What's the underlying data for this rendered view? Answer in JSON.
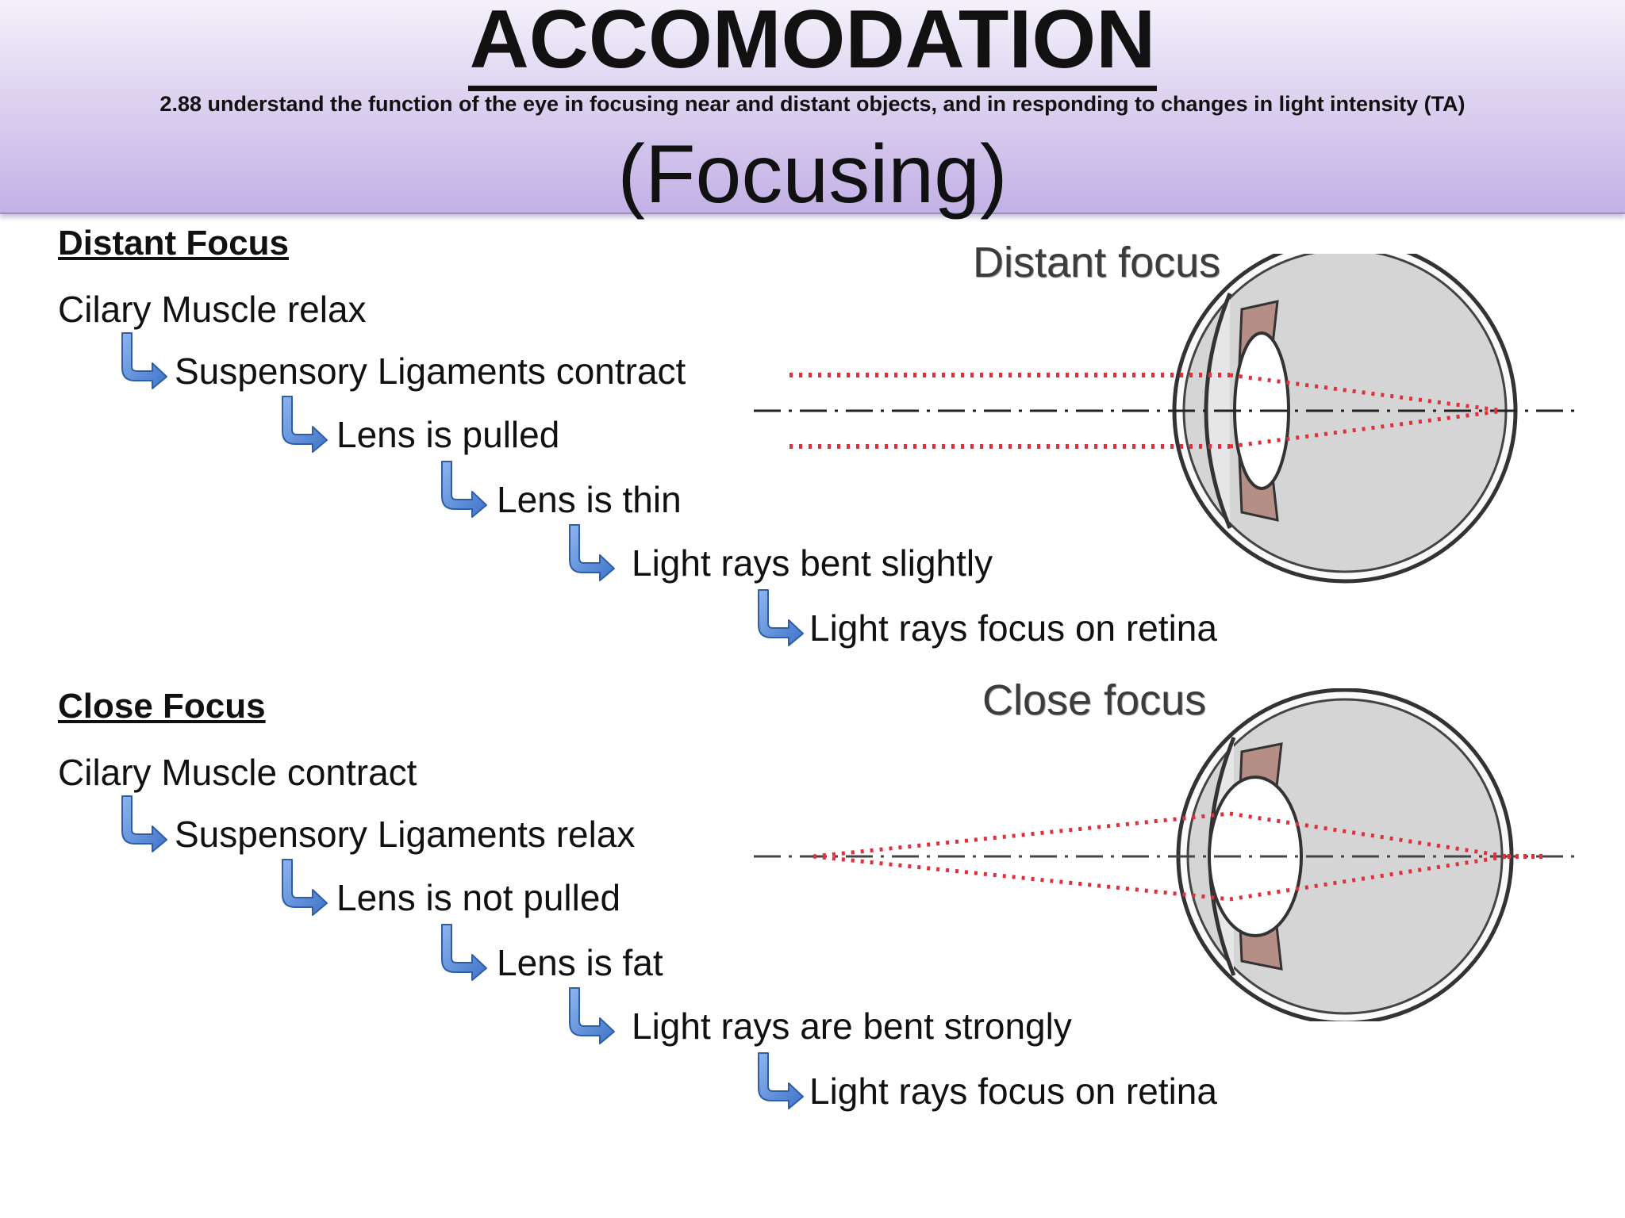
{
  "header": {
    "title": "ACCOMODATION",
    "spec": "2.88 understand the function of the eye in focusing near and distant objects, and in responding to changes in light intensity (TA)",
    "subtitle": "(Focusing)"
  },
  "distant": {
    "heading": "Distant Focus",
    "steps": [
      "Cilary Muscle relax",
      "Suspensory Ligaments contract",
      "Lens is pulled",
      "Lens is thin",
      "Light rays bent slightly",
      "Light rays focus on retina"
    ],
    "diagram_label": "Distant focus"
  },
  "close": {
    "heading": "Close Focus",
    "steps": [
      "Cilary Muscle contract",
      "Suspensory Ligaments relax",
      "Lens is not pulled",
      "Lens is fat",
      "Light rays are bent strongly",
      "Light rays focus on retina"
    ],
    "diagram_label": "Close focus"
  },
  "colors": {
    "header_top": "#f4f1fb",
    "header_bottom": "#c3b1e6",
    "arrow_blue": "#5b8fd9",
    "ray_red": "#e0303c"
  }
}
